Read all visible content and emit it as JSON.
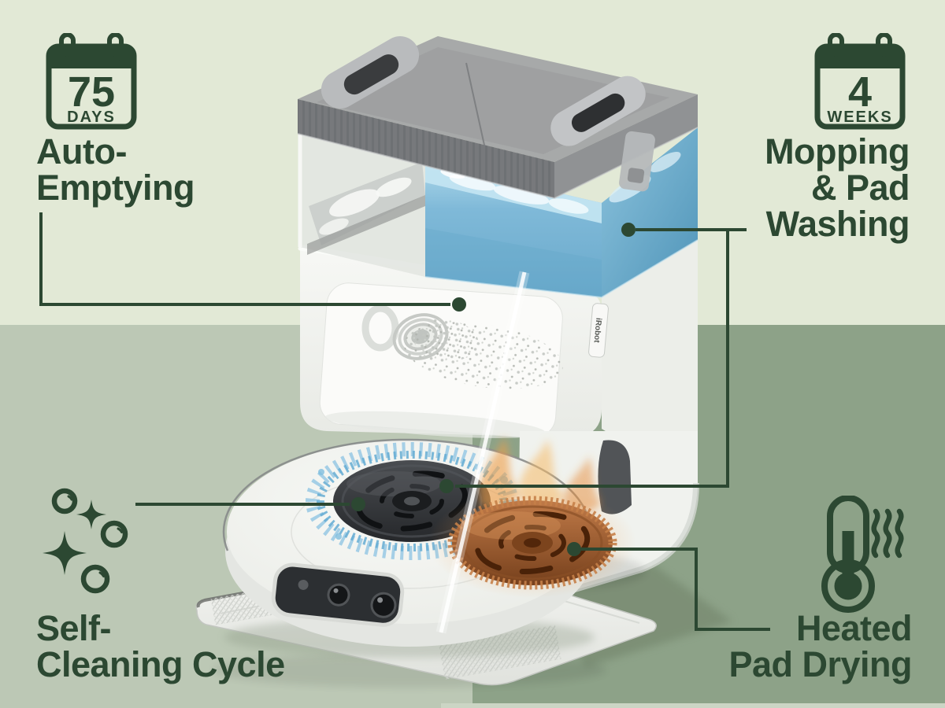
{
  "palette": {
    "bg-top": "#e2e9d6",
    "bg-left": "#bcc8b5",
    "bg-right": "#8da288",
    "bg-strip": "#cbd5c4",
    "ink": "#2c4832"
  },
  "brand": {
    "label": "iRobot"
  },
  "features": [
    {
      "id": "auto-emptying",
      "icon": "calendar-icon",
      "badge": {
        "value": "75",
        "unit": "DAYS"
      },
      "label_lines": [
        "Auto-",
        "Emptying"
      ],
      "points_to": "dust-bag"
    },
    {
      "id": "mopping-pad-washing",
      "icon": "calendar-icon",
      "badge": {
        "value": "4",
        "unit": "WEEKS"
      },
      "label_lines": [
        "Mopping",
        "& Pad",
        "Washing"
      ],
      "points_to": "water-tank-and-washing-pad"
    },
    {
      "id": "self-cleaning-cycle",
      "icon": "sparkles-icon",
      "label_lines": [
        "Self-",
        "Cleaning Cycle"
      ],
      "points_to": "washing-pad"
    },
    {
      "id": "heated-pad-drying",
      "icon": "thermometer-icon",
      "label_lines": [
        "Heated",
        "Pad Drying"
      ],
      "points_to": "heated-pad"
    }
  ]
}
